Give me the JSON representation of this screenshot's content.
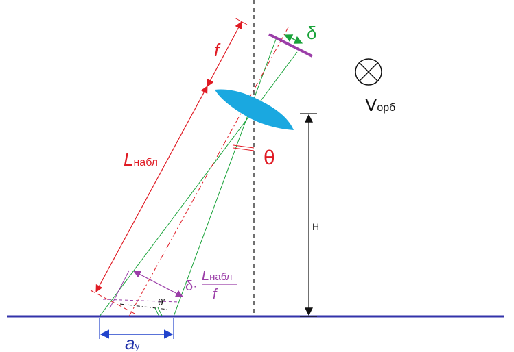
{
  "labels": {
    "f_main": "f",
    "l_obs_main": "L",
    "l_obs_sub": "набл",
    "theta": "θ",
    "theta_prime": "θ′",
    "delta": "δ",
    "height": "H",
    "v_orb_main": "V",
    "v_orb_sub": "орб",
    "a_main": "a",
    "a_sub": "y",
    "formula_delta": "δ·",
    "formula_num_main": "L",
    "formula_num_sub": "набл",
    "formula_den": "f"
  },
  "colors": {
    "red": "#e01b24",
    "green": "#1aa33a",
    "blue_ground": "#3333aa",
    "blue_arrow": "#2244cc",
    "purple": "#9b3ea8",
    "lens": "#1aa8e0",
    "black": "#111111"
  }
}
